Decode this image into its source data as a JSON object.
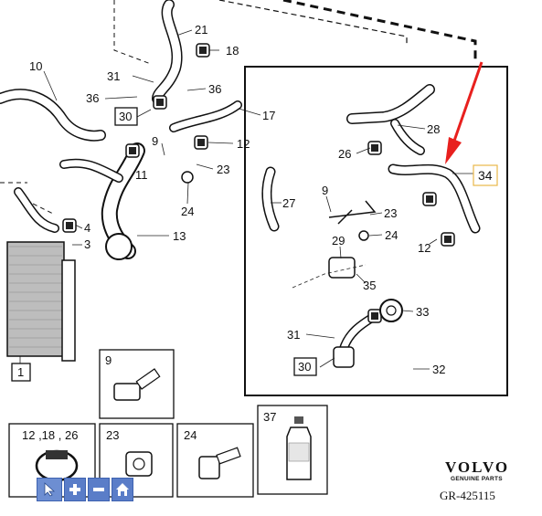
{
  "callouts": {
    "c10": "10",
    "c21": "21",
    "c18": "18",
    "c31a": "31",
    "c36a": "36",
    "c36b": "36",
    "c30a": "30",
    "c17": "17",
    "c9a": "9",
    "c12a": "12",
    "c11": "11",
    "c23a": "23",
    "c24a": "24",
    "c4": "4",
    "c3": "3",
    "c13": "13",
    "c1": "1",
    "c28": "28",
    "c26": "26",
    "c34": "34",
    "c27": "27",
    "c9b": "9",
    "c23b": "23",
    "c24b": "24",
    "c29": "29",
    "c12b": "12",
    "c35": "35",
    "c33": "33",
    "c31b": "31",
    "c30b": "30",
    "c32": "32"
  },
  "cells": [
    {
      "label": "9"
    },
    {
      "label": "12 ,18 , 26"
    },
    {
      "label": "23"
    },
    {
      "label": "24"
    },
    {
      "label": "37"
    }
  ],
  "brand": {
    "name": "VOLVO",
    "sub": "GENUINE PARTS"
  },
  "reference": "GR-425115",
  "toolbar": {
    "cursor_icon": "cursor-icon",
    "zoom_in_icon": "plus-icon",
    "zoom_out_icon": "minus-icon",
    "home_icon": "home-icon"
  },
  "colors": {
    "arrow": "#e8201e",
    "highlight_box": "#e9b84a",
    "toolbar": "#5a7dc8"
  }
}
